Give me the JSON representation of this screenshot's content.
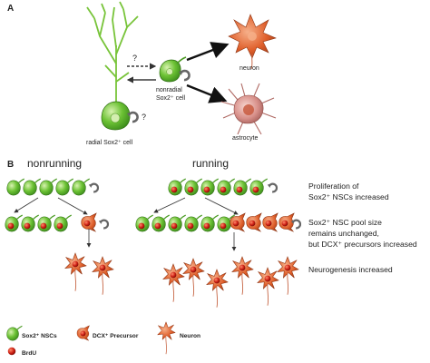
{
  "panel_a": {
    "letter": "A",
    "question_mark_upper": "?",
    "question_mark_lower": "?",
    "nonradial_label_line1": "nonradial",
    "nonradial_label_line2": "Sox2⁺ cell",
    "neuron_label": "neuron",
    "astrocyte_label": "astrocyte",
    "radial_label": "radial Sox2⁺ cell"
  },
  "panel_b": {
    "letter": "B",
    "nonrunning_title": "nonrunning",
    "running_title": "running",
    "notes": [
      {
        "line1": "Proliferation of",
        "line2": "Sox2⁺ NSCs increased"
      },
      {
        "line1": "Sox2⁺ NSC pool size",
        "line2": "remains unchanged,",
        "line3": "but DCX⁺ precursors increased"
      },
      {
        "line1": "Neurogenesis increased"
      }
    ]
  },
  "legend": {
    "sox2_label": "Sox2⁺ NSCs",
    "dcx_label": "DCX⁺ Precursor",
    "neuron_label": "Neuron",
    "brdu_label": "BrdU"
  },
  "colors": {
    "nsc_green": "#5cb82a",
    "nsc_green_light": "#b7e08a",
    "brdu_red": "#cc1f14",
    "precursor_orange": "#d9532a",
    "neuron_orange": "#e0602c",
    "astro_pink": "#d8908a",
    "dendrite_green": "#78c43a"
  }
}
